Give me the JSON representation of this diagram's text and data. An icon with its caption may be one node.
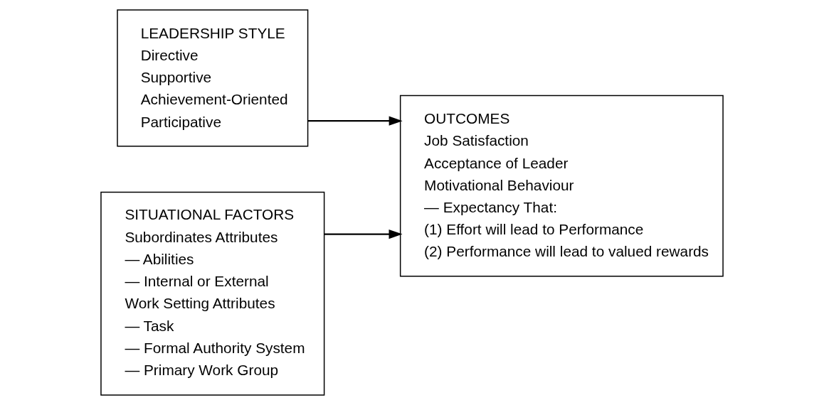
{
  "diagram": {
    "nodes": [
      {
        "text": [
          "LEADERSHIP STYLE",
          "Directive",
          "Supportive",
          "Achievement-Oriented",
          "Participative"
        ]
      },
      {
        "text": [
          "SITUATIONAL FACTORS",
          "Subordinates Attributes",
          "— Abilities",
          "— Internal or External",
          "Work Setting Attributes",
          "— Task",
          "— Formal Authority System",
          "— Primary Work Group"
        ]
      },
      {
        "text": [
          "OUTCOMES",
          "Job Satisfaction",
          "Acceptance of Leader",
          "Motivational Behaviour",
          "— Expectancy That:",
          "(1) Effort will lead to Performance",
          "(2) Performance will lead to valued rewards"
        ]
      }
    ],
    "edges": [
      {
        "from": 0,
        "to": 2,
        "arrow": "to"
      },
      {
        "from": 1,
        "to": 2,
        "arrow": "to"
      }
    ]
  }
}
